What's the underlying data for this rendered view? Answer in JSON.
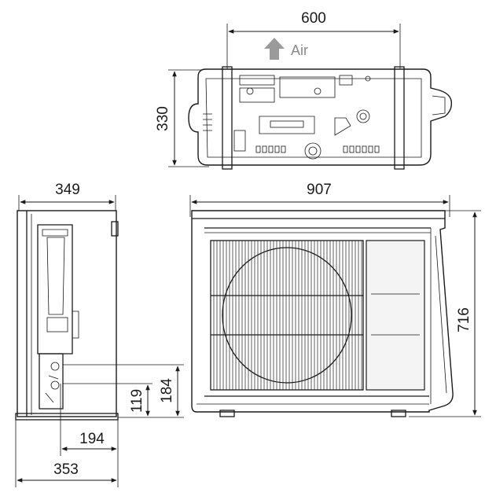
{
  "top_view": {
    "width_label": "600",
    "depth_label": "330",
    "air_label": "Air"
  },
  "side_view": {
    "depth_label": "349",
    "base_depth_label": "353",
    "pipe_offset_label": "194",
    "pipe_low_height_label": "119",
    "pipe_high_height_label": "184"
  },
  "front_view": {
    "width_label": "907",
    "height_label": "716"
  },
  "colors": {
    "line": "#1a1a1a",
    "air_arrow": "#9a9a9a",
    "background": "#ffffff"
  }
}
